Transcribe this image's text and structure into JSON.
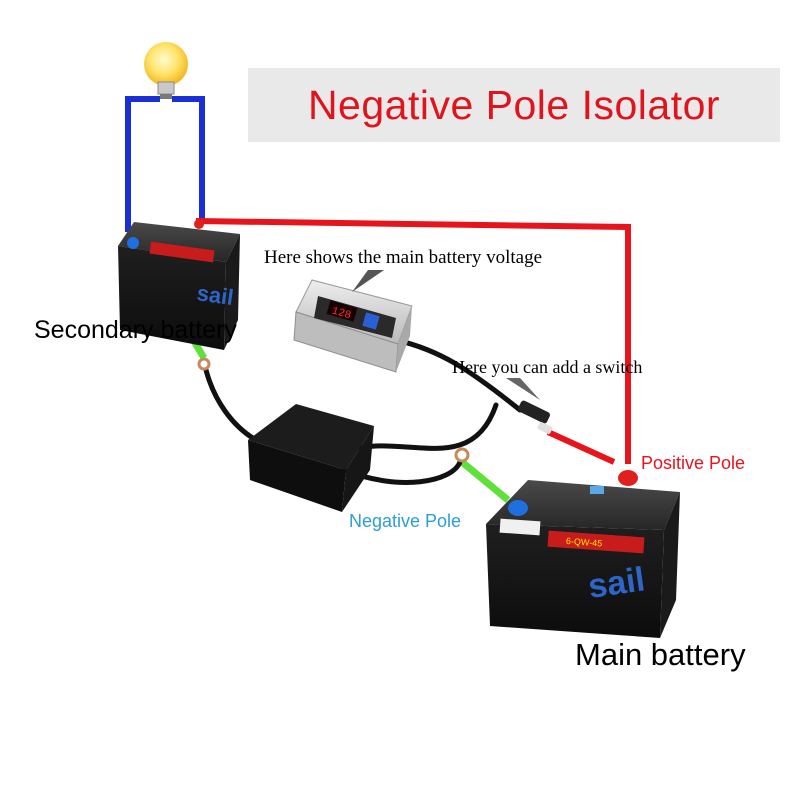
{
  "title": "Negative Pole Isolator",
  "labels": {
    "secondary_battery": "Secondary battery",
    "main_battery": "Main battery",
    "positive_pole": "Positive Pole",
    "negative_pole": "Negative Pole",
    "voltage_note": "Here shows the main battery voltage",
    "switch_note": "Here you can add a switch"
  },
  "display_value": "128",
  "battery_brand": "sail",
  "battery_model": "6-QW-45",
  "colors": {
    "title_text": "#e0141c",
    "title_bg": "#e9e9e9",
    "positive_wire": "#e8141c",
    "lamp_wire": "#1a2fd6",
    "negative_wire": "#5fe03a",
    "positive_label": "#e8141c",
    "negative_label": "#2a9fd6",
    "terminal_positive": "#e0201c",
    "terminal_negative": "#1e6fe0"
  },
  "icons": [
    "light-bulb-icon",
    "battery-icon",
    "voltmeter-box-icon",
    "isolator-box-icon"
  ]
}
